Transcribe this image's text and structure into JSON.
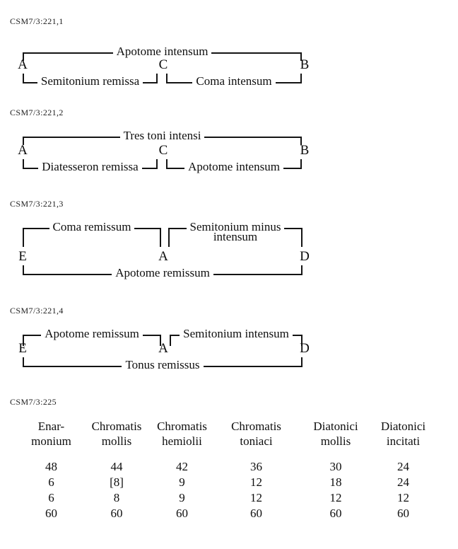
{
  "page": {
    "background": "#ffffff",
    "ink": "#141414"
  },
  "sections": [
    {
      "ref": "CSM7/3:221,1",
      "top_brackets": [
        {
          "label": "Apotome intensum"
        }
      ],
      "letters": [
        "A",
        "C",
        "B"
      ],
      "bottom_brackets": [
        {
          "label": "Semitonium remissa"
        },
        {
          "label": "Coma intensum"
        }
      ]
    },
    {
      "ref": "CSM7/3:221,2",
      "top_brackets": [
        {
          "label": "Tres toni intensi"
        }
      ],
      "letters": [
        "A",
        "C",
        "B"
      ],
      "bottom_brackets": [
        {
          "label": "Diatesseron remissa"
        },
        {
          "label": "Apotome intensum"
        }
      ]
    },
    {
      "ref": "CSM7/3:221,3",
      "top_brackets": [
        {
          "label": "Coma remissum"
        },
        {
          "label": "Semitonium minus",
          "label2": "intensum"
        }
      ],
      "letters": [
        "E",
        "A",
        "D"
      ],
      "bottom_brackets": [
        {
          "label": "Apotome remissum"
        }
      ]
    },
    {
      "ref": "CSM7/3:221,4",
      "top_brackets": [
        {
          "label": "Apotome remissum"
        },
        {
          "label": "Semitonium intensum"
        }
      ],
      "letters": [
        "E",
        "A",
        "D"
      ],
      "bottom_brackets": [
        {
          "label": "Tonus remissus"
        }
      ]
    }
  ],
  "table": {
    "ref": "CSM7/3:225",
    "headers": [
      {
        "line1": "Enar-",
        "line2": "monium"
      },
      {
        "line1": "Chromatis",
        "line2": "mollis"
      },
      {
        "line1": "Chromatis",
        "line2": "hemiolii"
      },
      {
        "line1": "Chromatis",
        "line2": "toniaci"
      },
      {
        "line1": "Diatonici",
        "line2": "mollis"
      },
      {
        "line1": "Diatonici",
        "line2": "incitati"
      }
    ],
    "rows": [
      [
        "48",
        "44",
        "42",
        "36",
        "30",
        "24"
      ],
      [
        "6",
        "[8]",
        "9",
        "12",
        "18",
        "24"
      ],
      [
        "6",
        "8",
        "9",
        "12",
        "12",
        "12"
      ],
      [
        "60",
        "60",
        "60",
        "60",
        "60",
        "60"
      ]
    ]
  }
}
